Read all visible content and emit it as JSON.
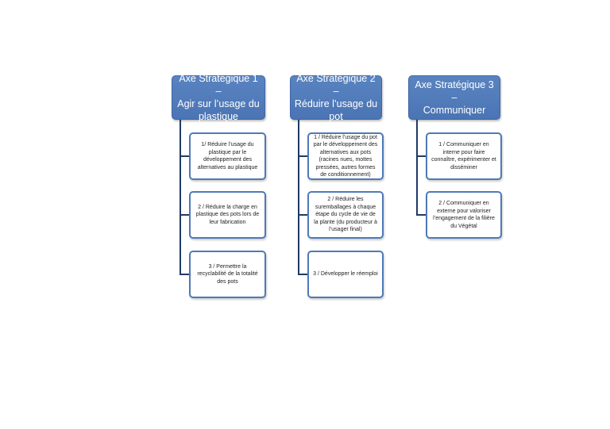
{
  "axes": [
    {
      "title": "Axe Stratégique 1 –\nAgir sur l’usage du\nplastique",
      "children": [
        "1/ Réduire l’usage du plastique par le développement des alternatives au plastique",
        "2 / Réduire la charge en plastique des pots lors de leur fabrication",
        "3 / Permettre la recyclabilité de la totalité des pots"
      ]
    },
    {
      "title": "Axe Stratégique 2 –\nRéduire l’usage du\npot",
      "children": [
        "1 / Réduire l’usage du pot par le développement des alternatives aux pots (racines nues, mottes pressées, autres formes de conditionnement)",
        "2 / Réduire les suremballages à chaque étape du cycle de vie de la plante (du producteur à l’usager final)",
        "3 / Développer le réemploi"
      ]
    },
    {
      "title": "Axe Stratégique 3 –\nCommuniquer",
      "children": [
        "1 / Communiquer en interne pour faire connaître, expérimenter et disséminer",
        "2 / Communiquer en externe pour valoriser l’engagement de la filière du Végétal"
      ]
    }
  ],
  "colors": {
    "header_fill": "#4f79b7",
    "box_border": "#4f79b7",
    "connector": "#1f3a66"
  }
}
